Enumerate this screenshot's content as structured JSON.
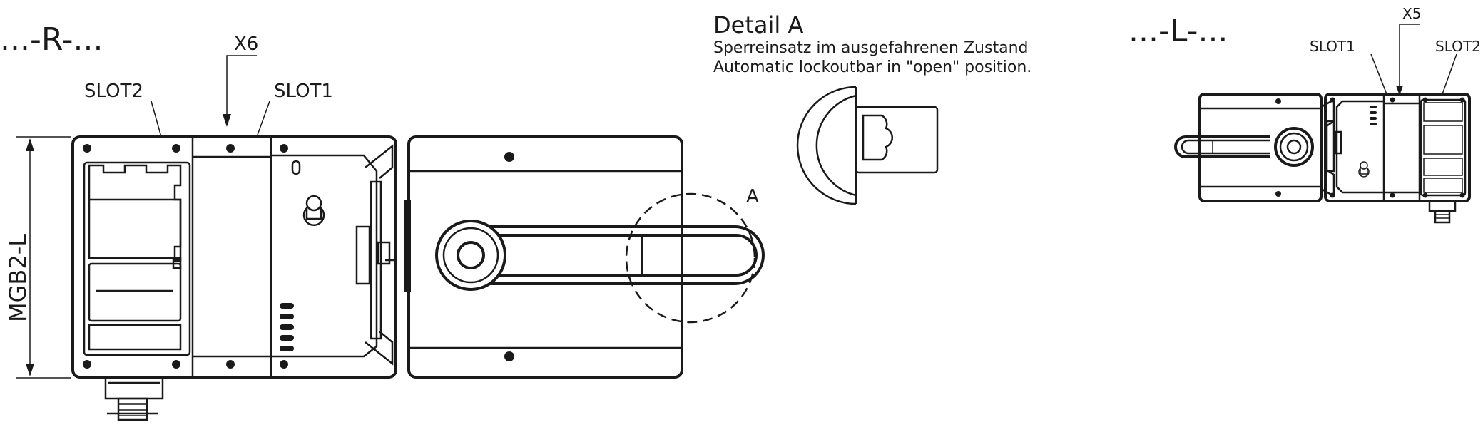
{
  "variant_right": {
    "label": "...-R-..."
  },
  "variant_left": {
    "label": "...-L-..."
  },
  "dimension": {
    "label": "MGB2-L"
  },
  "right_view": {
    "x6_label": "X6",
    "slot1_label": "SLOT1",
    "slot2_label": "SLOT2",
    "detail_marker": "A"
  },
  "detail": {
    "title": "Detail A",
    "line_de": "Sperreinsatz im ausgefahrenen Zustand",
    "line_en": "Automatic lockoutbar in \"open\" position."
  },
  "left_view": {
    "x5_label": "X5",
    "slot1_label": "SLOT1",
    "slot2_label": "SLOT2"
  },
  "colors": {
    "line": "#1a1a1a",
    "background": "#ffffff"
  }
}
